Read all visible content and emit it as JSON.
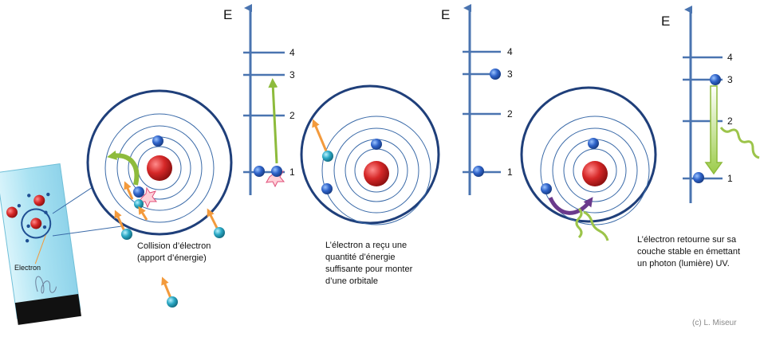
{
  "panels": [
    {
      "axis_label": "E",
      "levels": [
        "1",
        "2",
        "3",
        "4"
      ],
      "caption": [
        "Collision d’électron",
        "(apport d’énergie)"
      ]
    },
    {
      "axis_label": "E",
      "levels": [
        "1",
        "2",
        "3",
        "4"
      ],
      "caption": [
        "L’électron a reçu une",
        "quantité d’énergie",
        "suffisante pour monter",
        "d’une orbitale"
      ]
    },
    {
      "axis_label": "E",
      "levels": [
        "1",
        "2",
        "3",
        "4"
      ],
      "caption": [
        "L’électron retourne sur sa",
        "couche stable en émettant",
        "un photon (lumière) UV."
      ]
    }
  ],
  "tube": {
    "label": "Electron"
  },
  "credit": "(c) L. Miseur",
  "colors": {
    "axis": "#4a74b0",
    "orbit": "#2e5a9a",
    "nucleus": "#c81f1f",
    "electron": "#2f63c9",
    "incoming_electron": "#2aa8c4",
    "arrow_orange": "#f39a3c",
    "arrow_green": "#8dbb3c",
    "arrow_purple": "#6a3a8c",
    "tube": "#bfe8f4",
    "tube_cap": "#111111"
  }
}
